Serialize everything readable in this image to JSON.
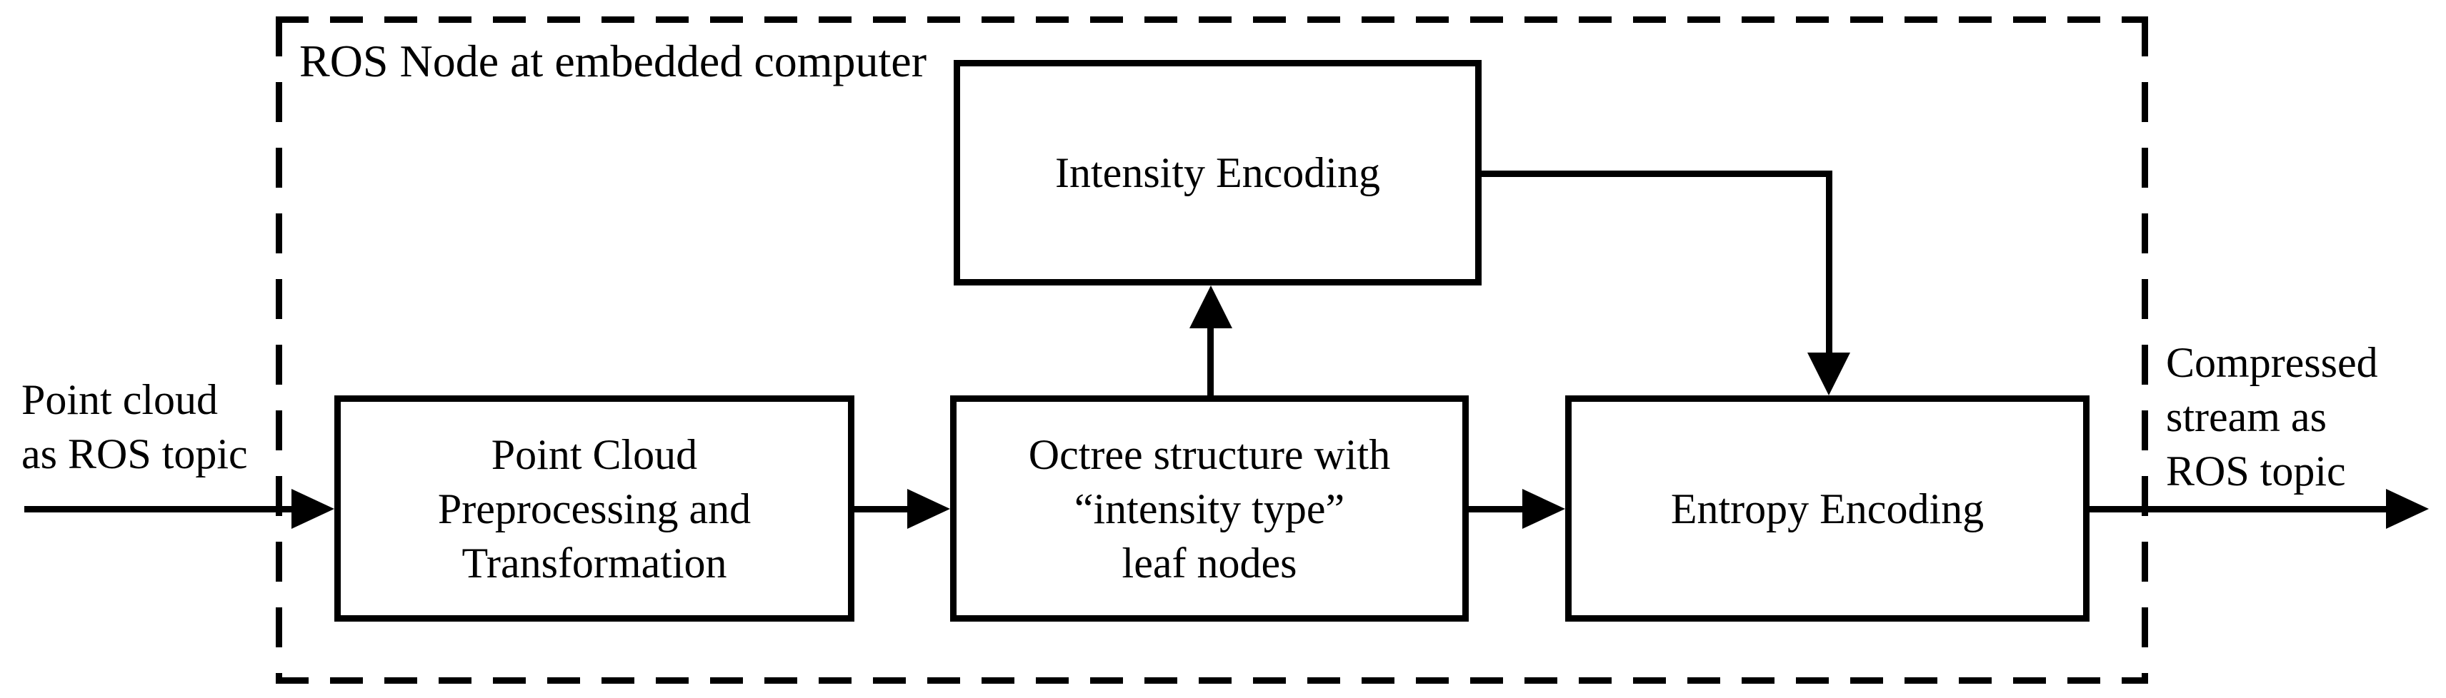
{
  "diagram": {
    "title": "ROS Node at embedded computer",
    "blocks": {
      "preprocessing": "Point Cloud\nPreprocessing and\nTransformation",
      "octree": "Octree structure with\n“intensity type”\nleaf nodes",
      "entropy": "Entropy Encoding",
      "intensity": "Intensity Encoding"
    },
    "labels": {
      "input": "Point cloud\nas ROS topic",
      "output": "Compressed\nstream as\nROS topic"
    },
    "colors": {
      "line": "#000000",
      "background": "#ffffff"
    }
  }
}
